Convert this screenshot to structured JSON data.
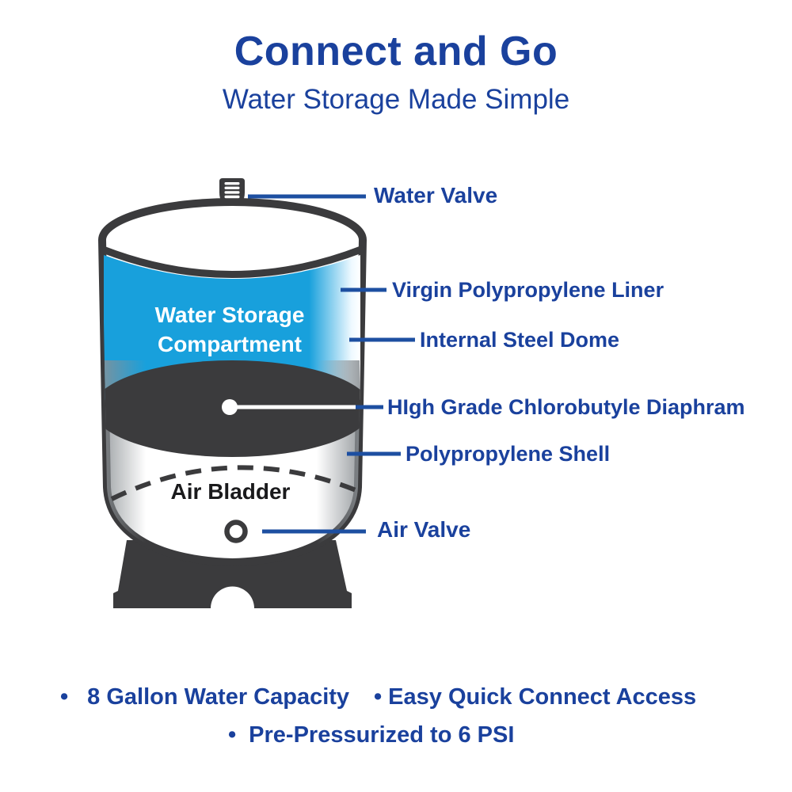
{
  "header": {
    "title": "Connect and Go",
    "subtitle": "Water Storage Made Simple"
  },
  "tank": {
    "compartment_label_line1": "Water Storage",
    "compartment_label_line2": "Compartment",
    "air_bladder_label": "Air Bladder"
  },
  "callouts": [
    {
      "id": "water-valve",
      "label": "Water Valve"
    },
    {
      "id": "liner",
      "label": "Virgin Polypropylene Liner"
    },
    {
      "id": "steel-dome",
      "label": "Internal Steel Dome"
    },
    {
      "id": "diaphragm",
      "label": "HIgh Grade Chlorobutyle Diaphram"
    },
    {
      "id": "shell",
      "label": "Polypropylene Shell"
    },
    {
      "id": "air-valve",
      "label": "Air Valve"
    }
  ],
  "features": [
    {
      "text": "8 Gallon Water Capacity"
    },
    {
      "text": "Easy Quick Connect Access"
    },
    {
      "text": "Pre-Pressurized to 6 PSI"
    }
  ],
  "icons": [
    "water-valve-icon",
    "air-valve-icon",
    "bullet-dot-icon"
  ],
  "colors": {
    "accent_blue": "#1a419d",
    "line_blue": "#1d4fa1",
    "tank_dark": "#3b3b3d",
    "water_blue": "#18a0dc",
    "text_white": "#ffffff",
    "text_black": "#1a1a1c",
    "bg": "#ffffff"
  }
}
